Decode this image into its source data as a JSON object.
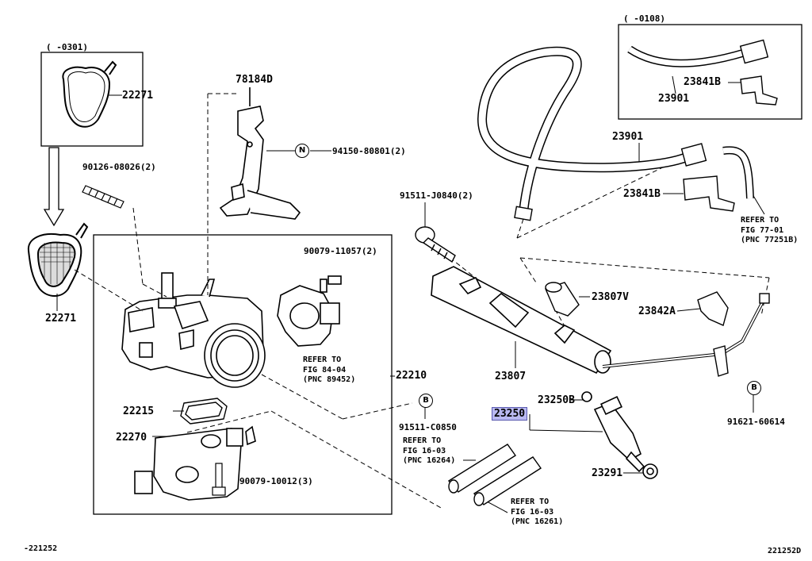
{
  "diagram": {
    "bottom_left_code": "-221252",
    "bottom_right_code": "221252D",
    "inset_left_range": "(    -0301)",
    "inset_right_range": "(    -0108)",
    "highlight_color": "#b9b9f2",
    "parts": {
      "p22271_inset": "22271",
      "p22271_main": "22271",
      "p78184D": "78184D",
      "p94150": "94150-80801(2)",
      "p90126": "90126-08026(2)",
      "p90079_11057": "90079-11057(2)",
      "p22210": "22210",
      "p22215": "22215",
      "p22270": "22270",
      "p90079_10012": "90079-10012(3)",
      "p91511_J0840": "91511-J0840(2)",
      "p91511_C0850": "91511-C0850",
      "p23807": "23807",
      "p23807V": "23807V",
      "p23842A": "23842A",
      "p23250B": "23250B",
      "p23250": "23250",
      "p23291": "23291",
      "p91621": "91621-60614",
      "p23901_main": "23901",
      "p23901_inset": "23901",
      "p23841B_main": "23841B",
      "p23841B_inset": "23841B"
    },
    "markers": {
      "n_marker": "N",
      "b_marker_left": "B",
      "b_marker_right": "B"
    },
    "refs": {
      "fig84": {
        "l1": "REFER TO",
        "l2": "FIG 84-04",
        "l3": "(PNC 89452)"
      },
      "fig77": {
        "l1": "REFER TO",
        "l2": "FIG 77-01",
        "l3": "(PNC 77251B)"
      },
      "fig16a": {
        "l1": "REFER TO",
        "l2": "FIG 16-03",
        "l3": "(PNC 16264)"
      },
      "fig16b": {
        "l1": "REFER TO",
        "l2": "FIG 16-03",
        "l3": "(PNC 16261)"
      }
    }
  }
}
